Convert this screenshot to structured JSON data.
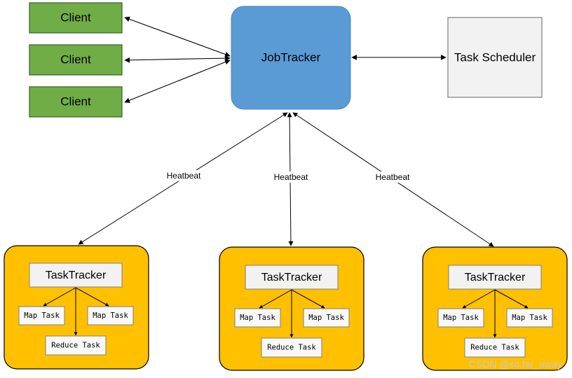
{
  "clients": [
    {
      "label": "Client"
    },
    {
      "label": "Client"
    },
    {
      "label": "Client"
    }
  ],
  "jobtracker": {
    "label": "JobTracker"
  },
  "scheduler": {
    "label": "Task Scheduler"
  },
  "heartbeats": [
    {
      "label": "Heatbeat"
    },
    {
      "label": "Heatbeat"
    },
    {
      "label": "Heatbeat"
    }
  ],
  "nodes": [
    {
      "tracker": "TaskTracker",
      "map1": "Map Task",
      "map2": "Map Task",
      "reduce": "Reduce Task"
    },
    {
      "tracker": "TaskTracker",
      "map1": "Map Task",
      "map2": "Map Task",
      "reduce": "Reduce Task"
    },
    {
      "tracker": "TaskTracker",
      "map1": "Map Task",
      "map2": "Map Task",
      "reduce": "Reduce Task"
    }
  ],
  "watermark": "CSDN @so.far_away",
  "colors": {
    "client_fill": "#70ad47",
    "jobtracker_fill": "#5b9bd5",
    "scheduler_fill": "#f2f2f2",
    "node_fill": "#ffc000",
    "edge": "#000000"
  }
}
